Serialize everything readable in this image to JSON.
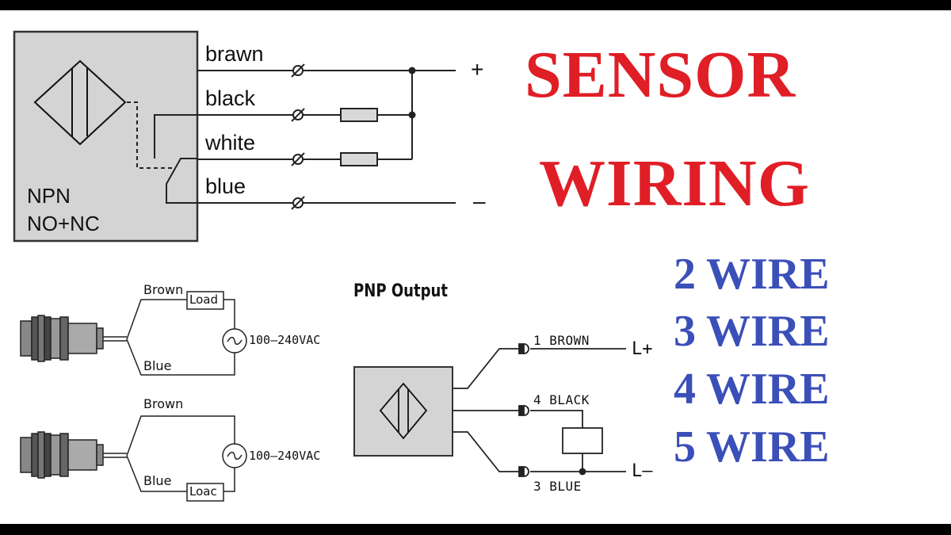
{
  "colors": {
    "title": "#e01e26",
    "wires": "#3b4fb8",
    "box_fill": "#d4d4d4",
    "resistor_fill": "#d8d8d8"
  },
  "npn": {
    "type_label": "NPN",
    "contact_label": "NO+NC",
    "wires": [
      "brawn",
      "black",
      "white",
      "blue"
    ],
    "plus": "+",
    "minus": "–"
  },
  "title": {
    "line1": "SENSOR",
    "line2": "WIRING"
  },
  "wire_counts": [
    "2 WIRE",
    "3 WIRE",
    "4 WIRE",
    "5 WIRE"
  ],
  "ac_top": {
    "wire_top": "Brown",
    "wire_bottom": "Blue",
    "load": "Load",
    "voltage": "100–240VAC"
  },
  "ac_bottom": {
    "wire_top": "Brown",
    "wire_bottom": "Blue",
    "load": "Loac",
    "voltage": "100–240VAC"
  },
  "pnp": {
    "title": "PNP Output",
    "wire1": "1 BROWN",
    "wire4": "4 BLACK",
    "wire3": "3 BLUE",
    "l_plus": "L+",
    "l_minus": "L–"
  }
}
